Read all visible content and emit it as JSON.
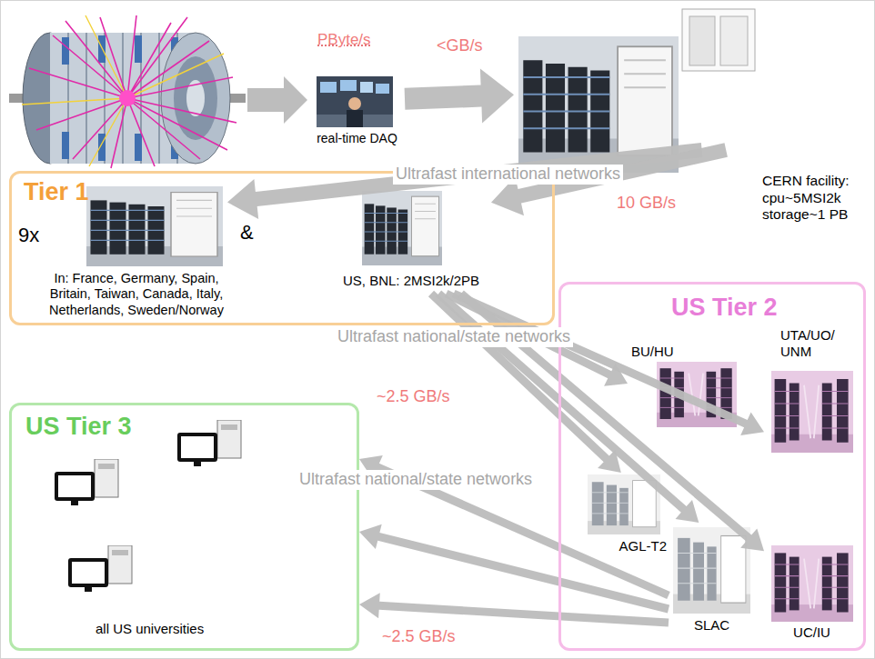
{
  "diagram": {
    "nodes": [
      {
        "text": [
          "real-time DAQ"
        ]
      },
      {
        "text": [
          "CERN facility: cpu~5MSI2k storage~1 PB"
        ]
      },
      {
        "text": [
          "Tier 1"
        ]
      },
      {
        "text": [
          "9x",
          "In: France, Germany, Spain, Britain, Taiwan, Canada, Italy, Netherlands, Sweden/Norway"
        ],
        "in": 2
      },
      {
        "text": [
          "US, BNL: 2MSI2k/2PB"
        ],
        "in": 2
      },
      {
        "text": [
          "US Tier 2"
        ]
      },
      {
        "text": [
          "BU/HU"
        ],
        "in": 5
      },
      {
        "text": [
          "UTA/UO/ UNM"
        ],
        "in": 5
      },
      {
        "text": [
          "AGL-T2"
        ],
        "in": 5
      },
      {
        "text": [
          "SLAC"
        ],
        "in": 5
      },
      {
        "text": [
          "UC/IU"
        ],
        "in": 5
      },
      {
        "text": [
          "US Tier 3",
          "all US universities"
        ]
      }
    ],
    "edges": [
      {
        "from": 0,
        "to": 1,
        "label": "<GB/s",
        "arrow": "to"
      },
      {
        "from": 1,
        "to": 3,
        "arrow": "to"
      },
      {
        "from": 1,
        "to": 4,
        "arrow": "to"
      },
      {
        "from": 4,
        "to": 6,
        "arrow": "to"
      },
      {
        "from": 4,
        "to": 7,
        "arrow": "to"
      },
      {
        "from": 4,
        "to": 10,
        "arrow": "to"
      },
      {
        "from": 4,
        "to": 8,
        "arrow": "to"
      },
      {
        "from": 4,
        "to": 9,
        "arrow": "to"
      },
      {
        "from": 9,
        "to": 11,
        "arrow": "to"
      },
      {
        "from": 9,
        "to": 11,
        "arrow": "to"
      },
      {
        "from": 9,
        "to": 11,
        "arrow": "to"
      }
    ],
    "labels": [
      "PByte/s",
      "&",
      "Ultrafast international networks",
      "10 GB/s",
      "Ultrafast national/state networks",
      "~2.5 GB/s",
      "Ultrafast national/state networks",
      "~2.5 GB/s"
    ]
  }
}
